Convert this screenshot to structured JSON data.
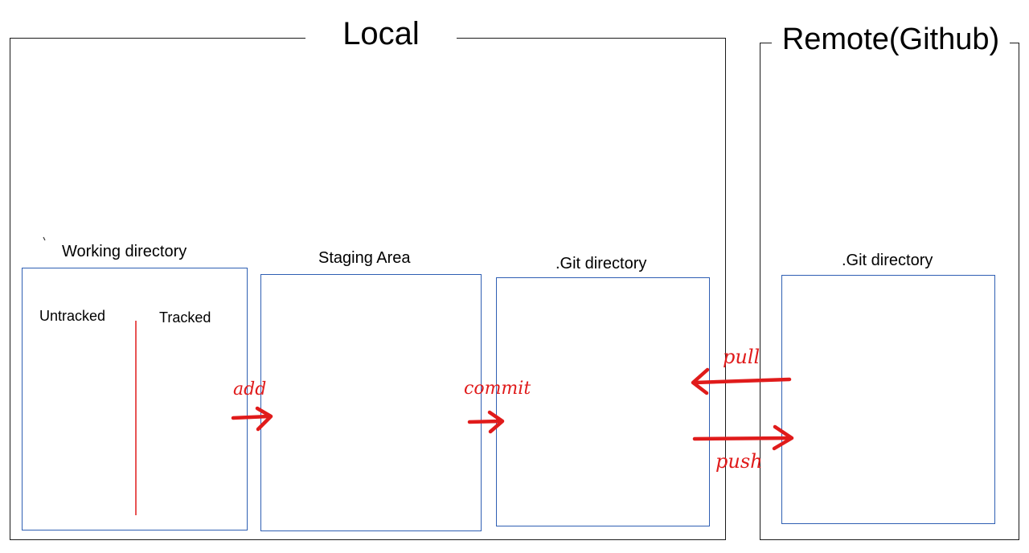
{
  "local": {
    "title": "Local"
  },
  "remote": {
    "title": "Remote(Github)"
  },
  "working_directory": {
    "label": "Working directory",
    "untracked": "Untracked",
    "tracked": "Tracked"
  },
  "staging_area": {
    "label": "Staging Area"
  },
  "local_git_directory": {
    "label": ".Git directory"
  },
  "remote_git_directory": {
    "label": ".Git directory"
  },
  "arrows": {
    "add": "add",
    "commit": "commit",
    "pull": "pull",
    "push": "push"
  },
  "colors": {
    "box_border": "#2f5fb3",
    "annotation": "#e01b1b",
    "frame_border": "#1a1a1a"
  }
}
